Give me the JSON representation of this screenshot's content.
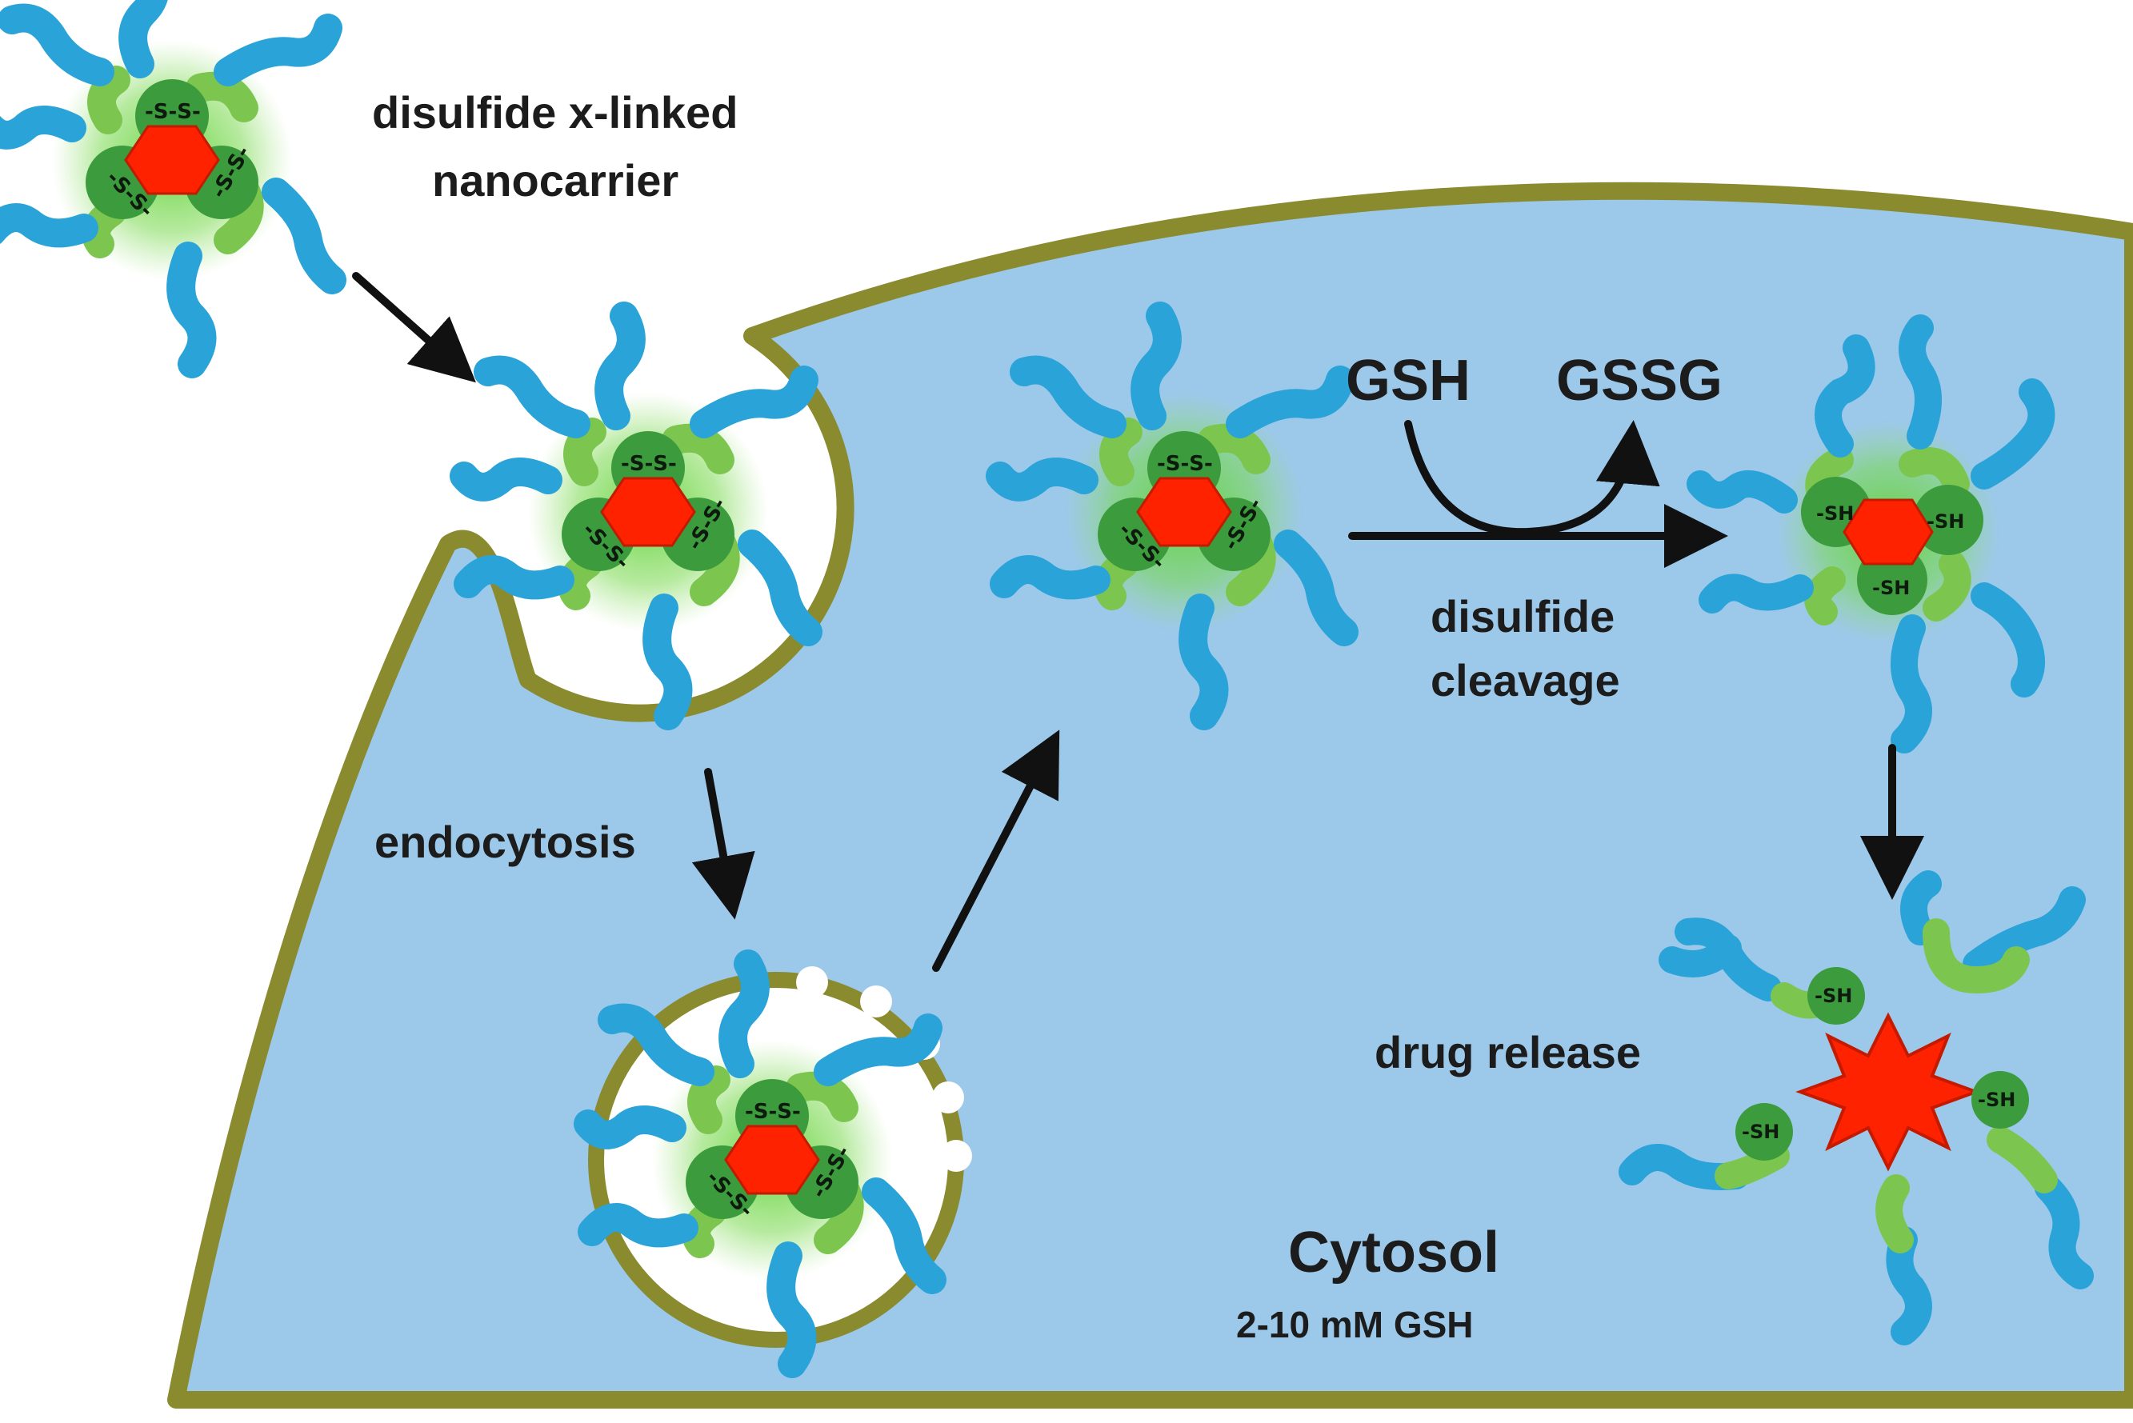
{
  "labels": {
    "nanocarrier_line1": "disulfide x-linked",
    "nanocarrier_line2": "nanocarrier",
    "endocytosis": "endocytosis",
    "gsh": "GSH",
    "gssg": "GSSG",
    "cleavage_line1": "disulfide",
    "cleavage_line2": "cleavage",
    "drug_release": "drug release",
    "cytosol": "Cytosol",
    "cytosol_conc": "2-10 mM GSH"
  },
  "bond_labels": {
    "disulfide": "-S-S-",
    "thiol": "-SH"
  },
  "colors": {
    "cytosol": "#9cc8ea",
    "membrane": "#8a8a2e",
    "core_green": "#3c9b3c",
    "shell_green": "#7cc650",
    "polymer_blue": "#2aa3d8",
    "drug_red": "#ff2200",
    "arrow": "#111111"
  }
}
